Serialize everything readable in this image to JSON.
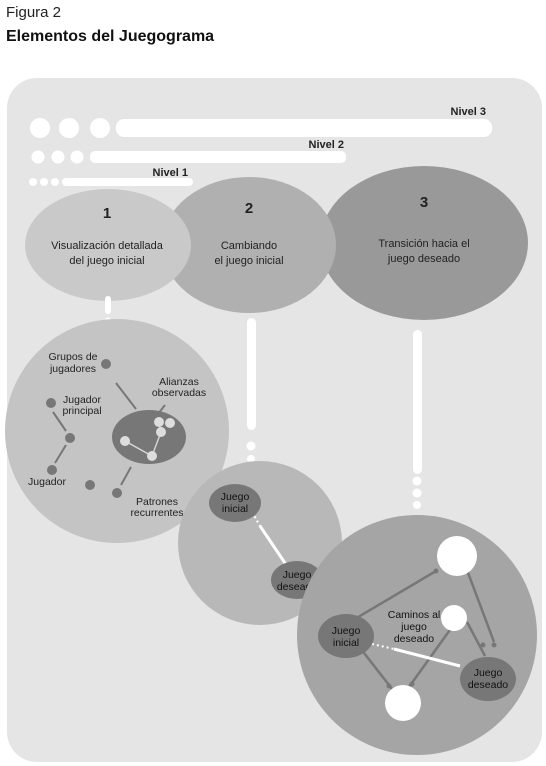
{
  "figure": {
    "label": "Figura 2",
    "title": "Elementos del Juegograma"
  },
  "levels": [
    {
      "label": "Nivel 3"
    },
    {
      "label": "Nivel 2"
    },
    {
      "label": "Nivel 1"
    }
  ],
  "stages": [
    {
      "number": "1",
      "lines": [
        "Visualización detallada",
        "del juego inicial"
      ]
    },
    {
      "number": "2",
      "lines": [
        "Cambiando",
        "el juego inicial"
      ]
    },
    {
      "number": "3",
      "lines": [
        "Transición hacia el",
        "juego deseado"
      ]
    }
  ],
  "detail1": {
    "grupos": [
      "Grupos de",
      "jugadores"
    ],
    "alianzas": [
      "Alianzas",
      "observadas"
    ],
    "principal": [
      "Jugador",
      "principal"
    ],
    "jugador": "Jugador",
    "patrones": [
      "Patrones",
      "recurrentes"
    ]
  },
  "detail2": {
    "inicial": [
      "Juego",
      "inicial"
    ],
    "deseado": [
      "Juego",
      "deseado"
    ]
  },
  "detail3": {
    "inicial": [
      "Juego",
      "inicial"
    ],
    "caminos": [
      "Caminos al",
      "juego",
      "deseado"
    ],
    "deseado": [
      "Juego",
      "deseado"
    ]
  }
}
